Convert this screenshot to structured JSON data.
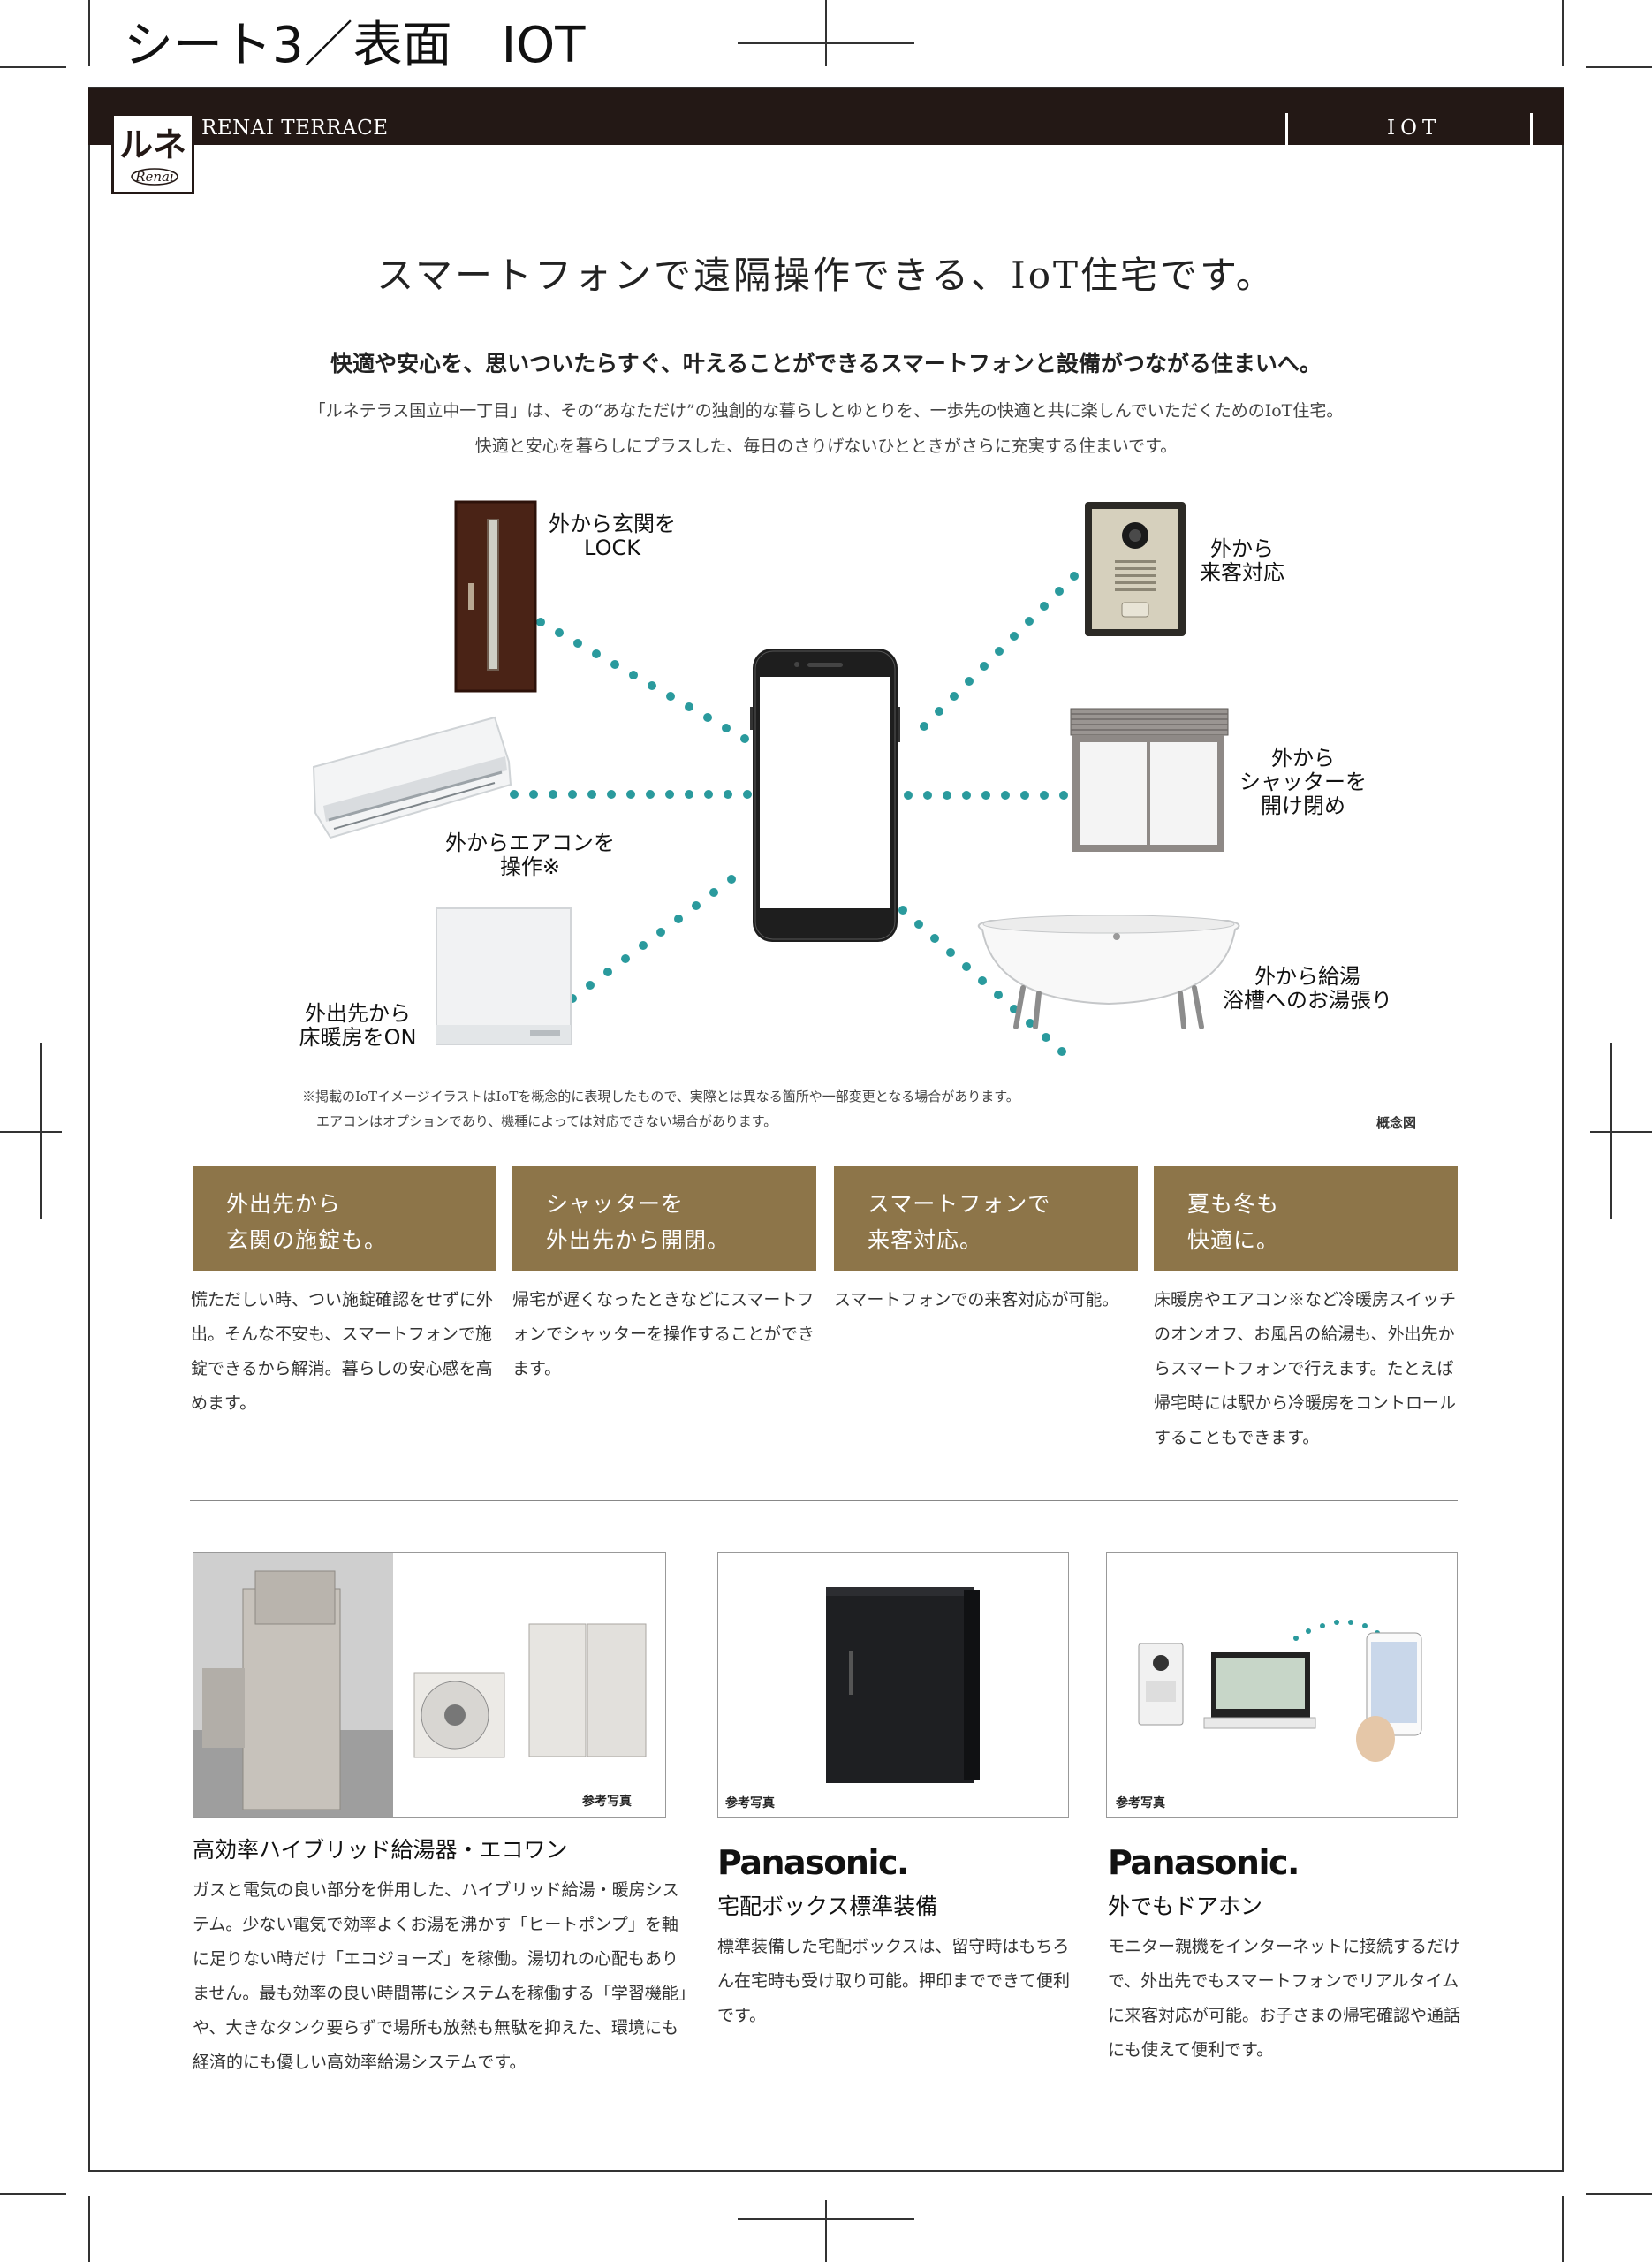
{
  "sheet_label": "シート3／表面　IOT",
  "header": {
    "brand_name": "RENAI TERRACE",
    "section_label": "IOT",
    "logo_text": "ルネ",
    "logo_script": "Renai"
  },
  "headline": "スマートフォンで遠隔操作できる、IoT住宅です。",
  "subheadline": "快適や安心を、思いついたらすぐ、叶えることができるスマートフォンと設備がつながる住まいへ。",
  "intro_lines": [
    "「ルネテラス国立中一丁目」は、その“あなただけ”の独創的な暮らしとゆとりを、一歩先の快適と共に楽しんでいただくためのIoT住宅。",
    "快適と安心を暮らしにプラスした、毎日のさりげないひとときがさらに充実する住まいです。"
  ],
  "devices": {
    "door": "外から玄関を\nLOCK",
    "aircon": "外からエアコンを\n操作※",
    "floor_heating": "外出先から\n床暖房をON",
    "intercom": "外から\n来客対応",
    "shutter": "外から\nシャッターを\n開け閉め",
    "bath": "外から給湯\n浴槽へのお湯張り"
  },
  "notes": [
    "※掲載のIoTイメージイラストはIoTを概念的に表現したもので、実際とは異なる箇所や一部変更となる場合があります。",
    "エアコンはオプションであり、機種によっては対応できない場合があります。"
  ],
  "diagram_caption": "概念図",
  "features": [
    {
      "title": "外出先から\n玄関の施錠も。",
      "desc": "慌ただしい時、つい施錠確認をせずに外出。そんな不安も、スマートフォンで施錠できるから解消。暮らしの安心感を高めます。"
    },
    {
      "title": "シャッターを\n外出先から開閉。",
      "desc": "帰宅が遅くなったときなどにスマートフォンでシャッターを操作することができます。"
    },
    {
      "title": "スマートフォンで\n来客対応。",
      "desc": "スマートフォンでの来客対応が可能。"
    },
    {
      "title": "夏も冬も\n快適に。",
      "desc": "床暖房やエアコン※など冷暖房スイッチのオンオフ、お風呂の給湯も、外出先からスマートフォンで行えます。たとえば帰宅時には駅から冷暖房をコントロールすることもできます。"
    }
  ],
  "products": [
    {
      "ref": "参考写真",
      "brand": "",
      "title": "高効率ハイブリッド給湯器・エコワン",
      "desc": "ガスと電気の良い部分を併用した、ハイブリッド給湯・暖房システム。少ない電気で効率よくお湯を沸かす「ヒートポンプ」を軸に足りない時だけ「エコジョーズ」を稼働。湯切れの心配もありません。最も効率の良い時間帯にシステムを稼働する「学習機能」や、大きなタンク要らずで場所も放熱も無駄を抑えた、環境にも経済的にも優しい高効率給湯システムです。"
    },
    {
      "ref": "参考写真",
      "brand": "Panasonic.",
      "title": "宅配ボックス標準装備",
      "desc": "標準装備した宅配ボックスは、留守時はもちろん在宅時も受け取り可能。押印までできて便利です。"
    },
    {
      "ref": "参考写真",
      "brand": "Panasonic.",
      "title": "外でもドアホン",
      "desc": "モニター親機をインターネットに接続するだけで、外出先でもスマートフォンでリアルタイムに来客対応が可能。お子さまの帰宅確認や通話にも使えて便利です。"
    }
  ],
  "colors": {
    "header_bg": "#231815",
    "feature_bg": "#8d7549",
    "dots": "#2a9a9d"
  }
}
